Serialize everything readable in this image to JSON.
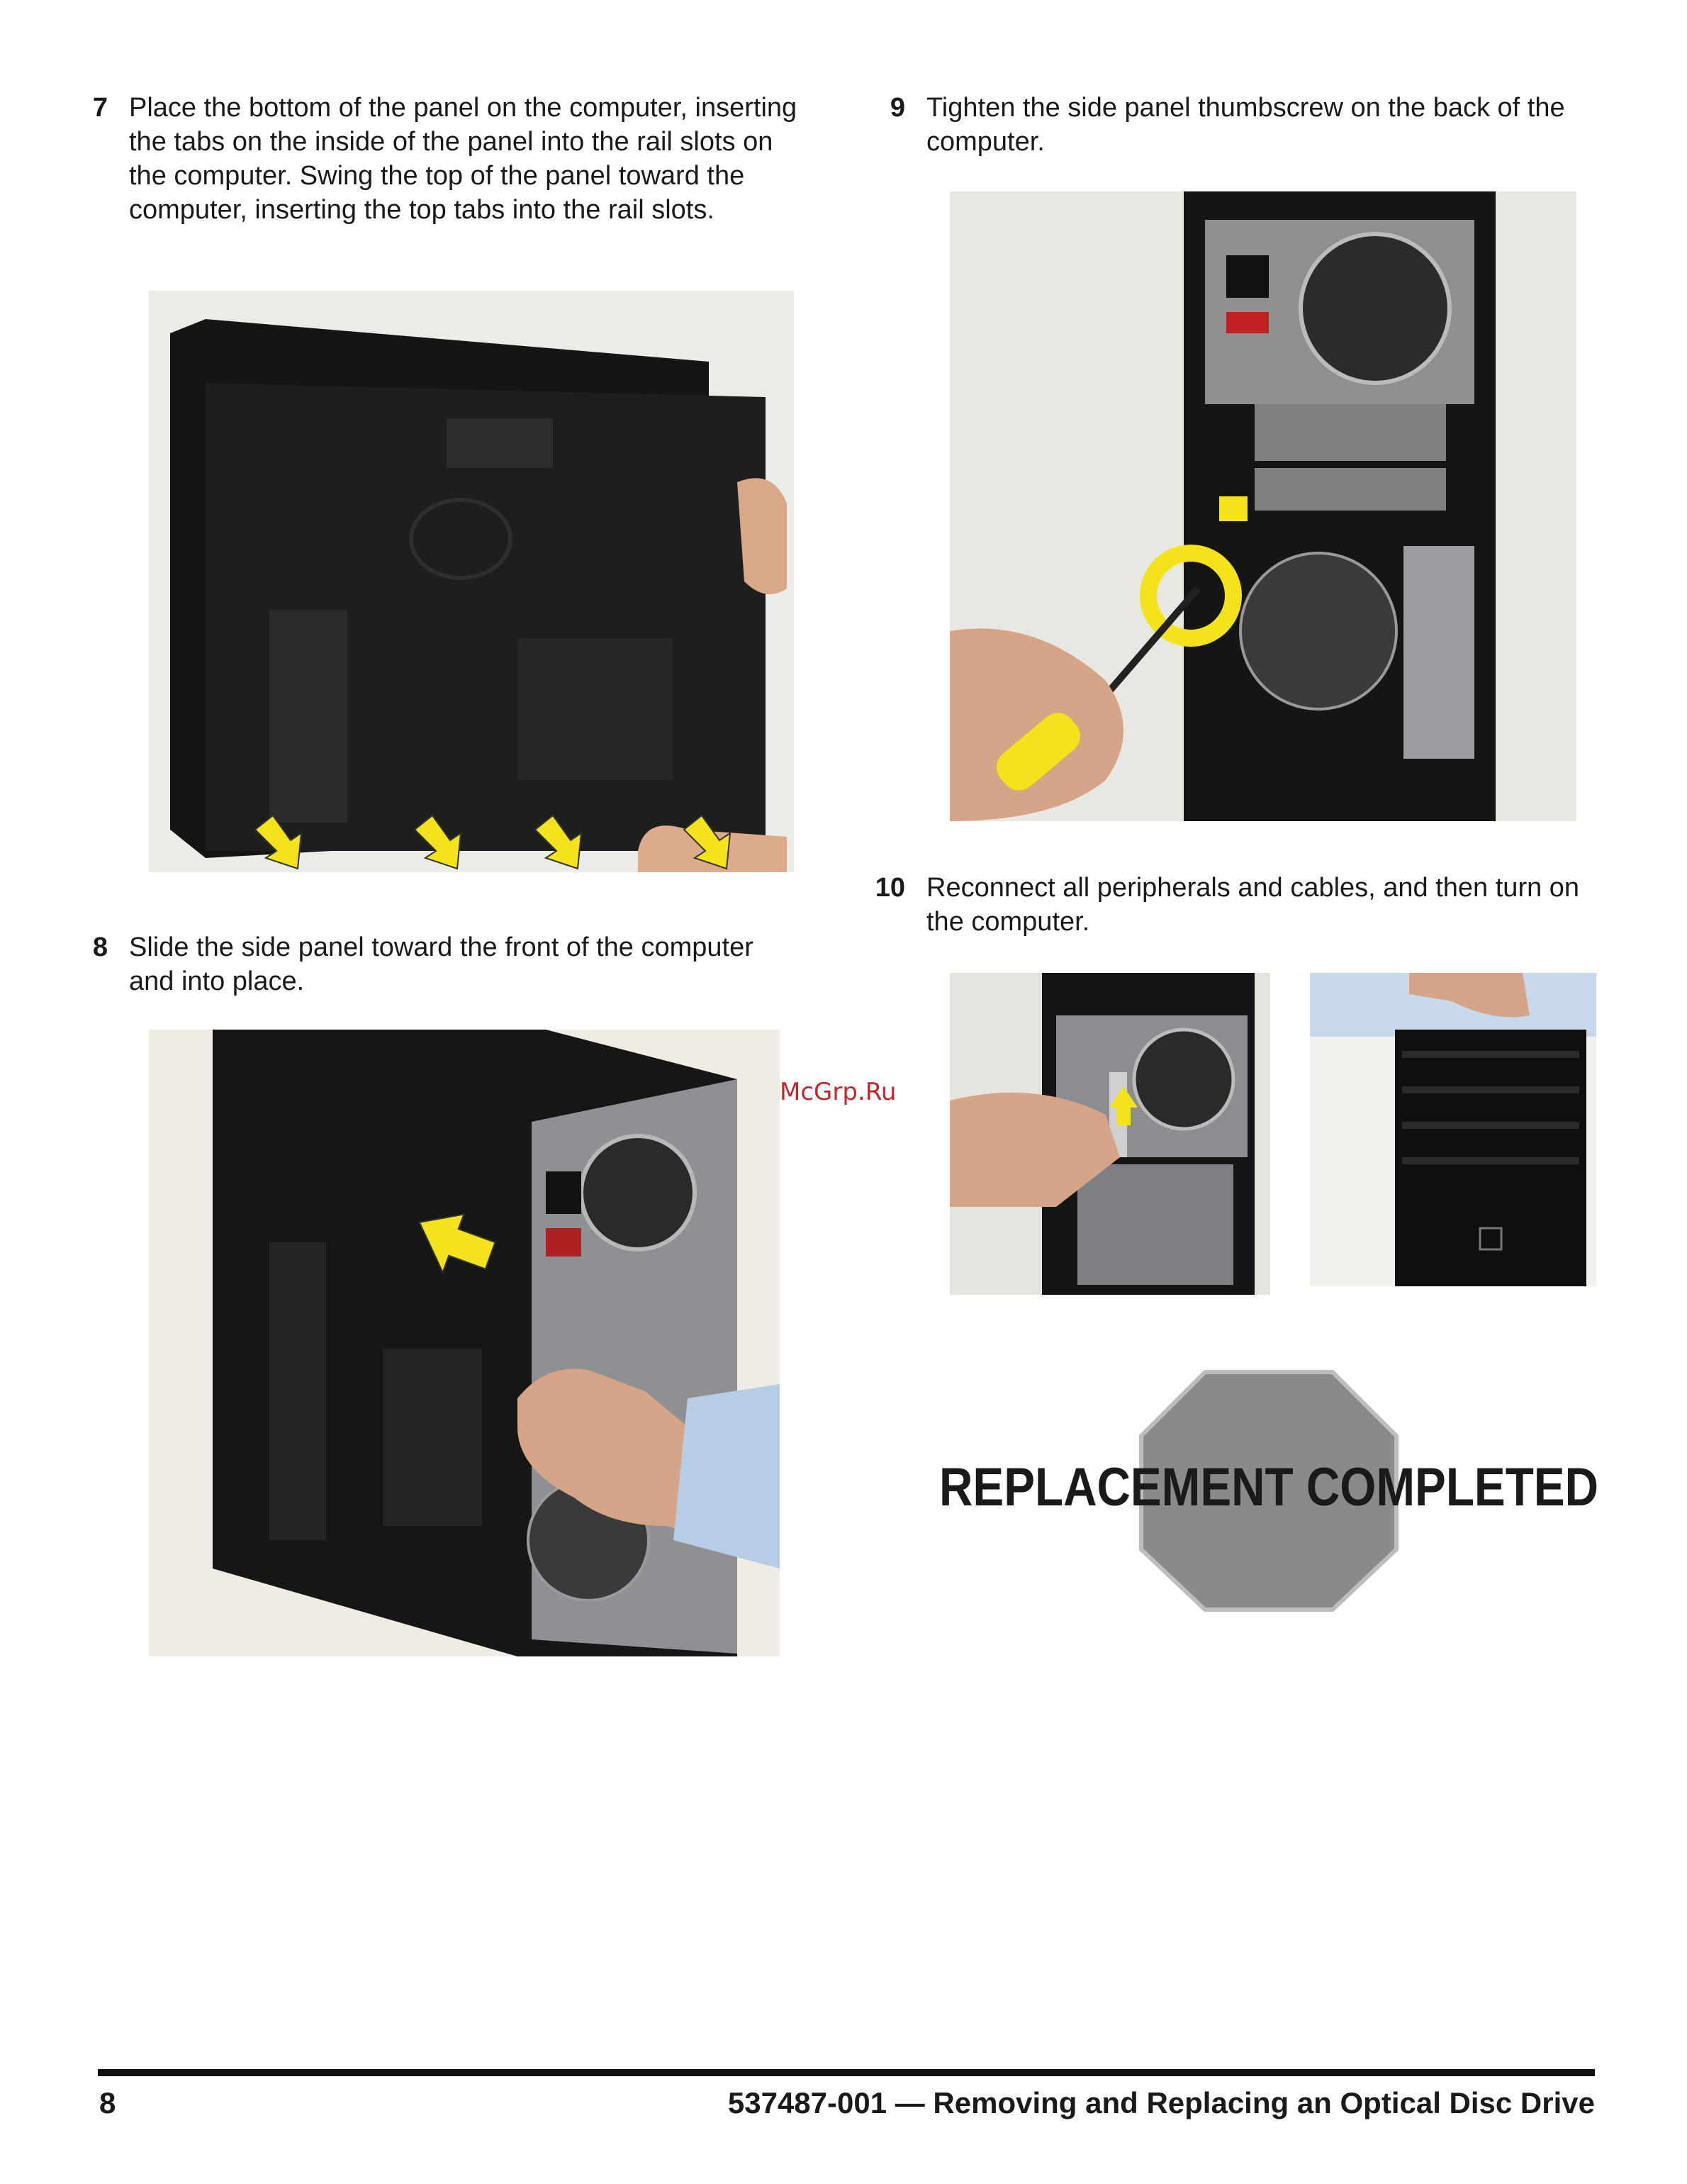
{
  "steps": [
    {
      "number": "7",
      "text": "Place the bottom of the panel on the computer, inserting the tabs on the inside of the panel into the rail slots on the computer. Swing the top of the panel toward the computer, inserting the top tabs into the rail slots."
    },
    {
      "number": "8",
      "text": "Slide the side panel toward the front of the computer and into place."
    },
    {
      "number": "9",
      "text": "Tighten the side panel thumbscrew on the back of the computer."
    },
    {
      "number": "10",
      "text": "Reconnect all peripherals and cables, and then turn on the computer."
    }
  ],
  "watermark": "McGrp.Ru",
  "stamp_text": "REPLACEMENT COMPLETED",
  "footer": {
    "page_number": "8",
    "title": "537487-001 — Removing and Replacing an Optical Disc Drive"
  },
  "colors": {
    "arrow": "#f5e31a",
    "case": "#1b1b1b",
    "stamp_octagon": "#8a8a8a"
  }
}
